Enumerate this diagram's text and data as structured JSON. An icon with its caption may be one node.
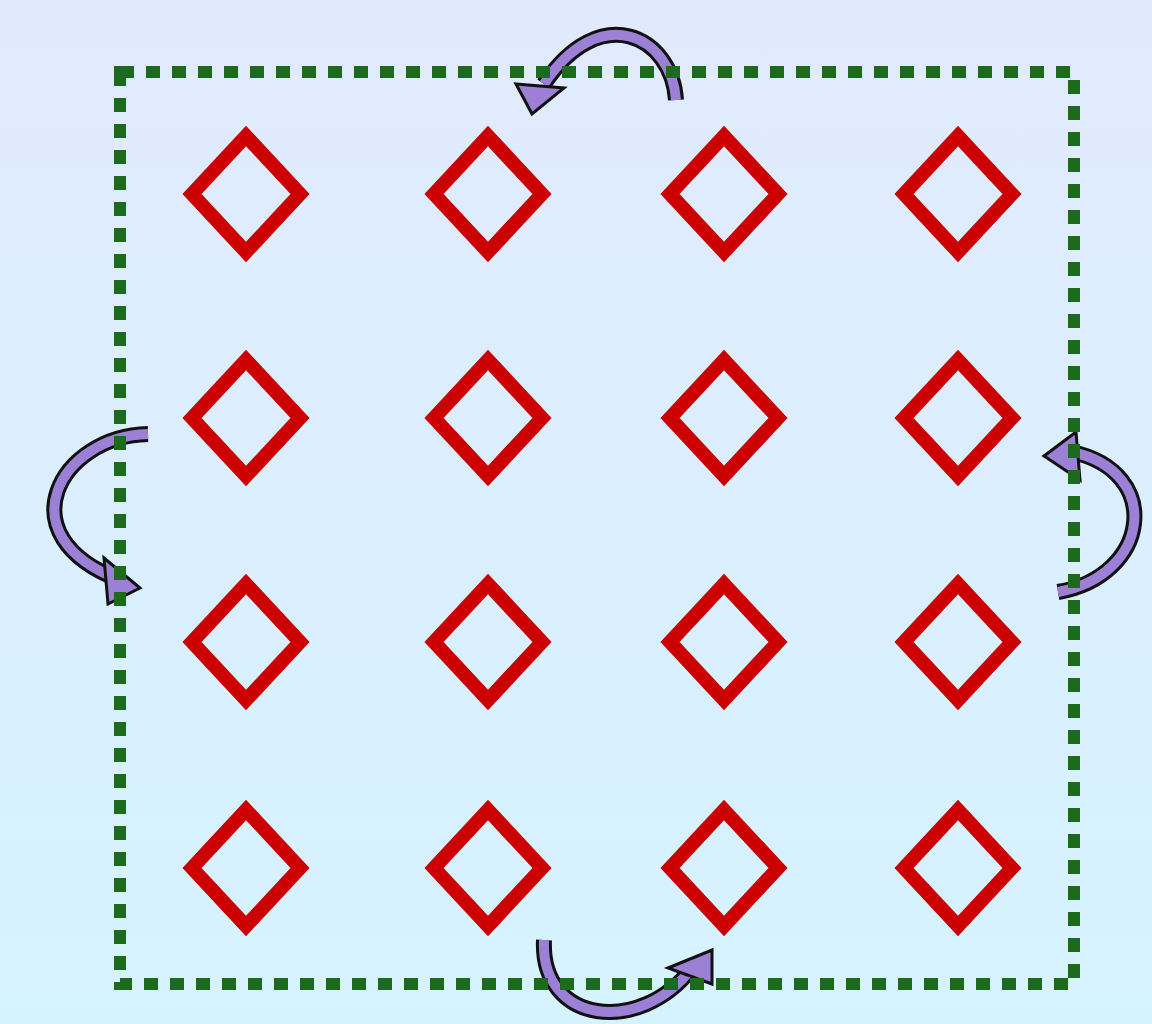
{
  "diagram": {
    "nodes": [
      {
        "text": [],
        "shape": "box"
      },
      {
        "text": [],
        "shape": "diamond",
        "in": 0
      },
      {
        "text": [],
        "shape": "diamond",
        "in": 0
      },
      {
        "text": [],
        "shape": "diamond",
        "in": 0
      },
      {
        "text": [],
        "shape": "diamond",
        "in": 0
      },
      {
        "text": [],
        "shape": "diamond",
        "in": 0
      },
      {
        "text": [],
        "shape": "diamond",
        "in": 0
      },
      {
        "text": [],
        "shape": "diamond",
        "in": 0
      },
      {
        "text": [],
        "shape": "diamond",
        "in": 0
      },
      {
        "text": [],
        "shape": "diamond",
        "in": 0
      },
      {
        "text": [],
        "shape": "diamond",
        "in": 0
      },
      {
        "text": [],
        "shape": "diamond",
        "in": 0
      },
      {
        "text": [],
        "shape": "diamond",
        "in": 0
      },
      {
        "text": [],
        "shape": "diamond",
        "in": 0
      },
      {
        "text": [],
        "shape": "diamond",
        "in": 0
      },
      {
        "text": [],
        "shape": "diamond",
        "in": 0
      },
      {
        "text": [],
        "shape": "diamond",
        "in": 0
      }
    ]
  }
}
